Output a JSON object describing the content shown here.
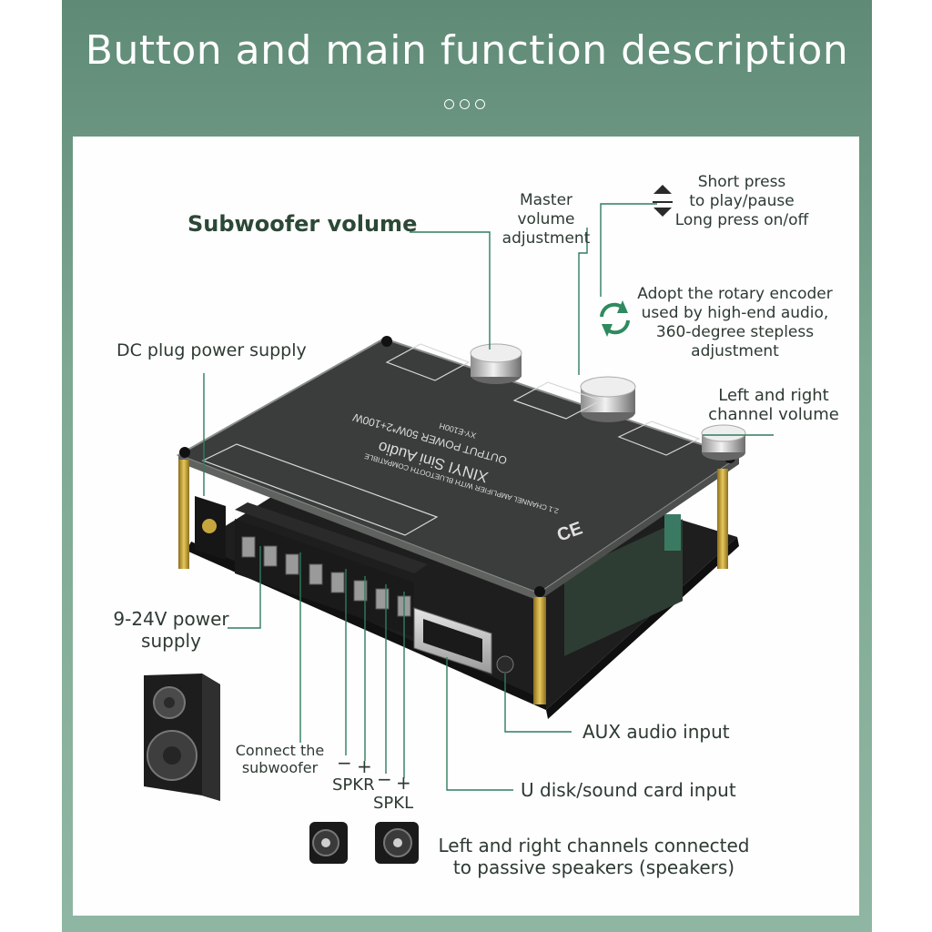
{
  "title": "Button and main function description",
  "colors": {
    "frame": "#7aa38f",
    "line": "#2f7d5c",
    "board": "#2b2b2b",
    "brass": "#c9a43a"
  },
  "labels": {
    "subwoofer_volume": "Subwoofer volume",
    "master_volume": "Master\nvolume\nadjustment",
    "short_press": "Short press\nto play/pause\nLong press on/off",
    "rotary_encoder": "Adopt the rotary encoder\nused by high-end audio,\n360-degree stepless\nadjustment",
    "dc_plug": "DC plug power supply",
    "lr_volume": "Left and right\nchannel volume",
    "power_supply": "9-24V power\nsupply",
    "aux_input": "AUX audio input",
    "connect_subwoofer": "Connect the\nsubwoofer",
    "spkr": "SPKR",
    "spkl": "SPKL",
    "minus": "−",
    "plus": "+",
    "udisk": "U disk/sound card input",
    "passive_speakers": "Left and right channels connected\nto passive speakers (speakers)"
  },
  "board_text": {
    "brand": "XINYI Sini Audio",
    "output": "OUTPUT POWER 50W*2+100W",
    "model": "XY-E100H",
    "desc": "2.1 CHANNEL AMPLIFIER WITH BLUETOOTH COMPATIBLE",
    "ce": "CE"
  },
  "icons": [
    "up-down-arrow-icon",
    "rotate-icon",
    "subwoofer-speaker-icon",
    "satellite-speaker-icon"
  ]
}
